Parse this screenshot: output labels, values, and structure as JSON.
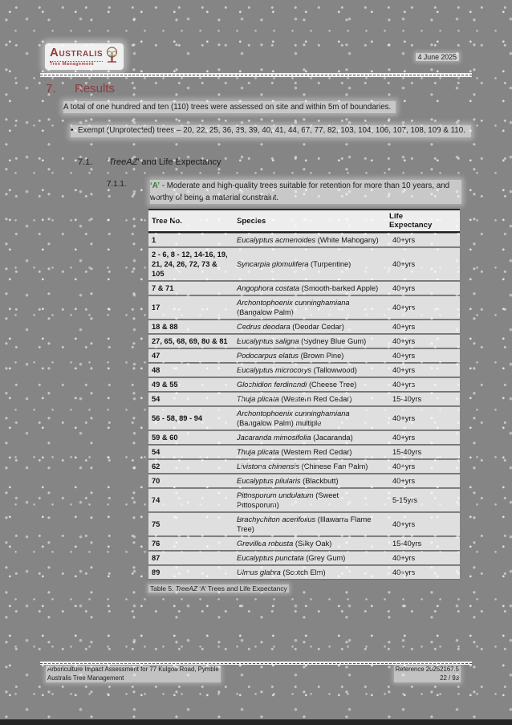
{
  "colors": {
    "maroon": "#8f3b3e",
    "green": "#2f7d33"
  },
  "header": {
    "logo": {
      "brand_a": "A",
      "brand_rest": "USTRALIS",
      "tagline": "Tree Management",
      "icon": "tree-icon"
    },
    "date": "4 June 2025"
  },
  "results": {
    "section_number": "7.",
    "section_title": "Results",
    "intro": "A total of one hundred and ten (110) trees were assessed on site and within 5m of boundaries.",
    "bullet_marker": "•",
    "bullet": "Exempt (Unprotected) trees – 20, 22, 25, 36, 38, 39, 40, 41, 44, 67, 77, 82, 103, 104, 106, 107, 108, 109 & 110."
  },
  "subsection": {
    "number": "7.1.",
    "title_prefix": "‘",
    "title_italic": "TreeAZ",
    "title_suffix": "’ and Life Expectancy"
  },
  "clause": {
    "number": "7.1.1.",
    "letter": "‘A’",
    "text": " - Moderate and high-quality trees suitable for retention for more than 10 years, and worthy of being a material constraint."
  },
  "table": {
    "columns": [
      "Tree No.",
      "Species",
      "Life Expectancy"
    ],
    "rows": [
      {
        "trees": "1",
        "latin": "Eucalyptus acmenoides",
        "common": "(White Mahogany)",
        "suffix": "",
        "life": "40+yrs"
      },
      {
        "trees": "2 - 6, 8 - 12, 14-16, 19, 21, 24, 26, 72, 73 & 105",
        "latin": "Syncarpia glomulifera",
        "common": "(Turpentine)",
        "suffix": "",
        "life": "40+yrs"
      },
      {
        "trees": "7 & 71",
        "latin": "Angophora costata",
        "common": "(Smooth-barked Apple)",
        "suffix": "",
        "life": "40+yrs"
      },
      {
        "trees": "17",
        "latin": "Archontophoenix cunninghamiana",
        "common": "(Bangalow Palm)",
        "suffix": "",
        "life": "40+yrs"
      },
      {
        "trees": "18 & 88",
        "latin": "Cedrus deodara",
        "common": "(Deodar Cedar)",
        "suffix": "",
        "life": "40+yrs"
      },
      {
        "trees": "27, 65, 68, 69, 80 & 81",
        "latin": "Eucalyptus saligna",
        "common": "(Sydney Blue Gum)",
        "suffix": "",
        "life": "40+yrs"
      },
      {
        "trees": "47",
        "latin": "Podocarpus elatus",
        "common": "(Brown Pine)",
        "suffix": "",
        "life": "40+yrs"
      },
      {
        "trees": "48",
        "latin": "Eucalyptus microcorys",
        "common": "(Tallowwood)",
        "suffix": "",
        "life": "40+yrs"
      },
      {
        "trees": "49 & 55",
        "latin": "Glochidion ferdinandi",
        "common": "(Cheese Tree)",
        "suffix": "",
        "life": "40+yrs"
      },
      {
        "trees": "54",
        "latin": "Thuja plicata",
        "common": "(Western Red Cedar)",
        "suffix": "",
        "life": "15-40yrs"
      },
      {
        "trees": "56 - 58, 89 - 94",
        "latin": "Archontophoenix cunninghamiana",
        "common": "(Bangalow Palm)",
        "suffix": " multiple",
        "life": "40+yrs"
      },
      {
        "trees": "59 & 60",
        "latin": "Jacaranda mimosifolia",
        "common": "(Jacaranda)",
        "suffix": "",
        "life": "40+yrs"
      },
      {
        "trees": "54",
        "latin": "Thuja plicata",
        "common": "(Western Red Cedar)",
        "suffix": "",
        "life": "15-40yrs"
      },
      {
        "trees": "62",
        "latin": "Livistona chinensis",
        "common": "(Chinese Fan Palm)",
        "suffix": "",
        "life": "40+yrs"
      },
      {
        "trees": "70",
        "latin": "Eucalyptus pilularis",
        "common": "(Blackbutt)",
        "suffix": "",
        "life": "40+yrs"
      },
      {
        "trees": "74",
        "latin": "Pittosporum undulatum",
        "common": "(Sweet Pittosporum)",
        "suffix": "",
        "life": "5-15yrs"
      },
      {
        "trees": "75",
        "latin": "Brachychiton acerifolius",
        "common": "(Illawarra Flame Tree)",
        "suffix": "",
        "life": "40+yrs"
      },
      {
        "trees": "76",
        "latin": "Grevillea robusta",
        "common": "(Silky Oak)",
        "suffix": "",
        "life": "15-40yrs"
      },
      {
        "trees": "87",
        "latin": "Eucalyptus punctata",
        "common": "(Grey Gum)",
        "suffix": "",
        "life": "40+yrs"
      },
      {
        "trees": "89",
        "latin": "Ulmus glabra",
        "common": "(Scotch Elm)",
        "suffix": "",
        "life": "40+yrs"
      }
    ],
    "caption_prefix": "Table 5. ",
    "caption_italic": "TreeAZ",
    "caption_suffix": " ‘A’ Trees and Life Expectancy"
  },
  "footer": {
    "line1": "Arboriculture Impact Assessment for 77 Kulgoa Road, Pymble",
    "line2": "Australis Tree Management",
    "reference": "Reference 20252167.5",
    "page": "22 / 93"
  }
}
